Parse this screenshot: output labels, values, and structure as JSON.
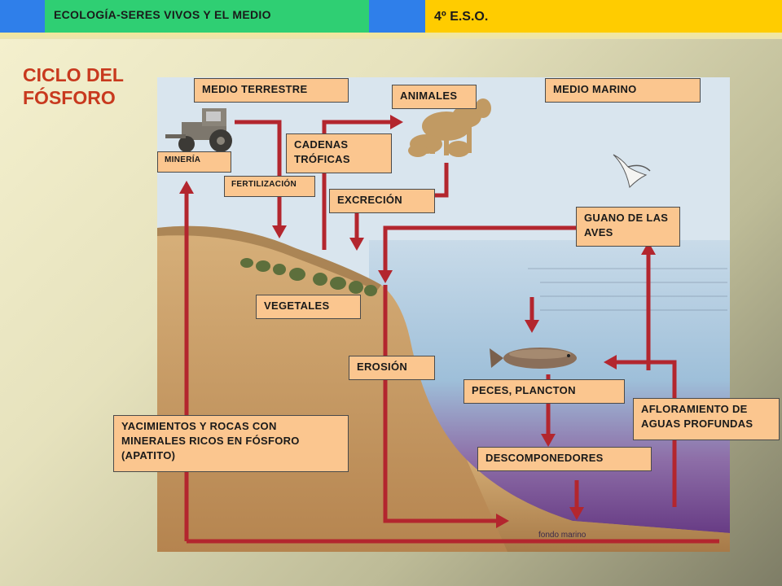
{
  "header": {
    "subject": "ECOLOGÍA-SERES VIVOS Y EL MEDIO",
    "grade": "4º E.S.O."
  },
  "title": "CICLO DEL FÓSFORO",
  "labels": {
    "medio_terrestre": "MEDIO TERRESTRE",
    "animales": "ANIMALES",
    "medio_marino": "MEDIO MARINO",
    "cadenas_troficas": "CADENAS TRÓFICAS",
    "mineria": "MINERÍA",
    "fertilizacion": "FERTILIZACIÓN",
    "excrecion": "EXCRECIÓN",
    "guano": "GUANO DE LAS AVES",
    "vegetales": "VEGETALES",
    "erosion": "EROSIÓN",
    "peces_plancton": "PECES, PLANCTON",
    "afloramiento": "AFLORAMIENTO DE AGUAS PROFUNDAS",
    "yacimientos": "YACIMIENTOS Y ROCAS CON MINERALES RICOS EN FÓSFORO (APATITO)",
    "descomponedores": "DESCOMPONEDORES"
  },
  "scene": {
    "fondo_marino": "fondo marino"
  },
  "colors": {
    "arrow": "#b3262e",
    "label_bg": "#fbc68f",
    "title": "#c8391e",
    "sea": "#aec8dc",
    "deep_sea": "#6a3a86",
    "earth": "#c79a63"
  }
}
